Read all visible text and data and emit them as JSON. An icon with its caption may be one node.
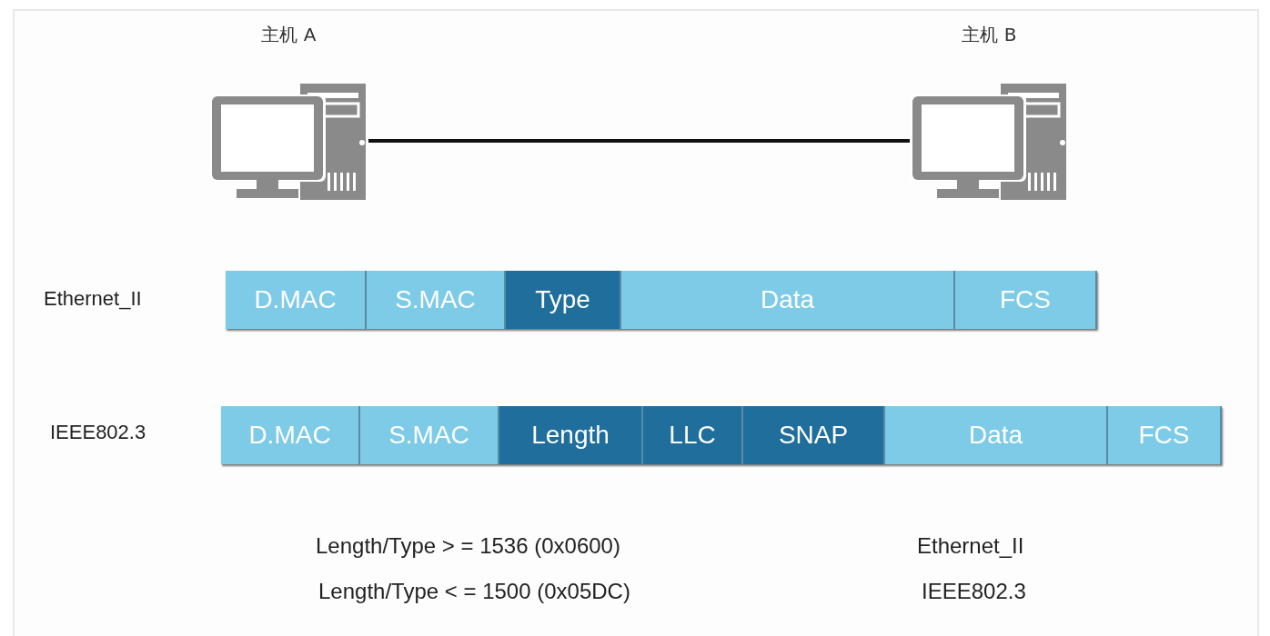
{
  "diagram": {
    "nodes": [
      {
        "text": [
          "主机 A"
        ]
      },
      {
        "text": [
          "主机 B"
        ]
      },
      {
        "text": [],
        "shape": "bar"
      },
      {
        "text": [
          "D.MAC"
        ],
        "in": 2
      },
      {
        "text": [
          "S.MAC"
        ],
        "in": 2
      },
      {
        "text": [
          "Type"
        ],
        "in": 2
      },
      {
        "text": [
          "Data"
        ],
        "in": 2
      },
      {
        "text": [
          "FCS"
        ],
        "in": 2
      },
      {
        "text": [],
        "shape": "bar"
      },
      {
        "text": [
          "D.MAC"
        ],
        "in": 8
      },
      {
        "text": [
          "S.MAC"
        ],
        "in": 8
      },
      {
        "text": [
          "Length"
        ],
        "in": 8
      },
      {
        "text": [
          "LLC"
        ],
        "in": 8
      },
      {
        "text": [
          "SNAP"
        ],
        "in": 8
      },
      {
        "text": [
          "Data"
        ],
        "in": 8
      },
      {
        "text": [
          "FCS"
        ],
        "in": 8
      }
    ],
    "edges": [
      {
        "from": 0,
        "to": 1,
        "arrow": "none"
      }
    ],
    "labels": [
      "Ethernet_II",
      "IEEE802.3",
      "Length/Type > = 1536 (0x0600)",
      "Ethernet_II",
      "Length/Type < = 1500 (0x05DC)",
      "IEEE802.3"
    ]
  }
}
